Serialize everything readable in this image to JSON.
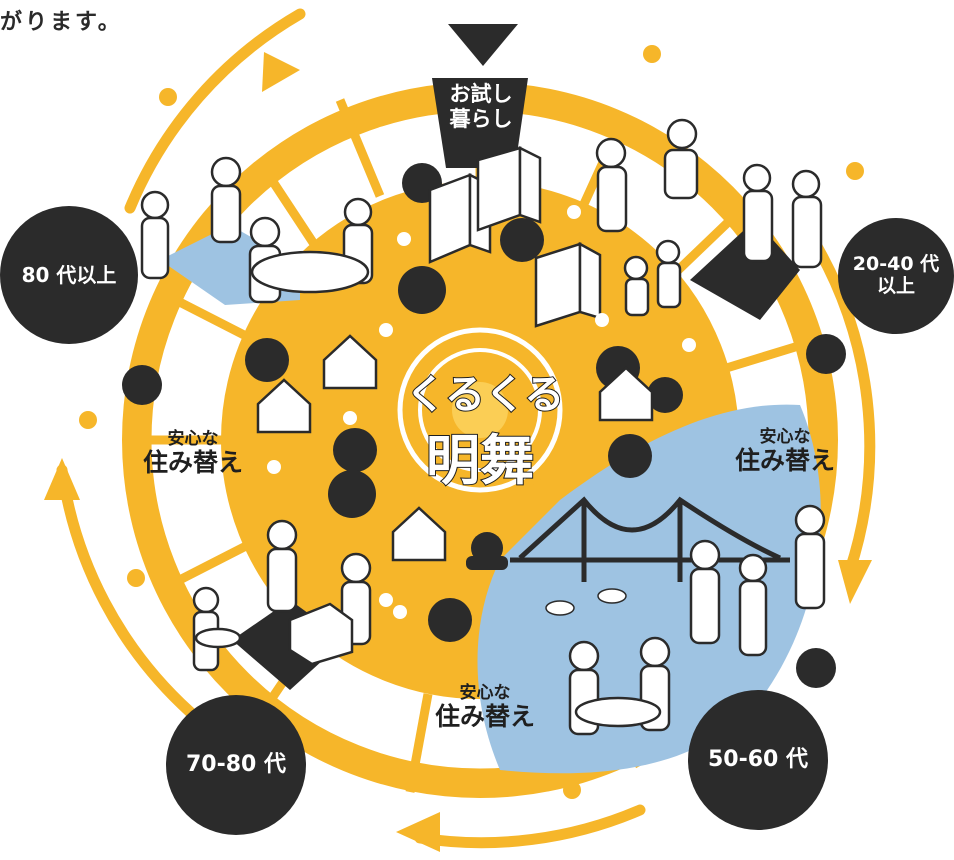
{
  "caption": "がります。",
  "trial": {
    "line1": "お試し",
    "line2": "暮らし"
  },
  "center": {
    "line1": "くるくる",
    "line2": "明舞"
  },
  "ages": {
    "a80": "80 代以上",
    "a20_line1": "20-40 代",
    "a20_line2": "以上",
    "a70": "70-80 代",
    "a50": "50-60 代"
  },
  "moves": [
    {
      "line1": "安心な",
      "line2": "住み替え"
    },
    {
      "line1": "安心な",
      "line2": "住み替え"
    },
    {
      "line1": "安心な",
      "line2": "住み替え"
    }
  ],
  "colors": {
    "yellow": "#f6b62a",
    "blue": "#9ec3e2",
    "dark": "#2b2b2b",
    "white": "#ffffff"
  }
}
